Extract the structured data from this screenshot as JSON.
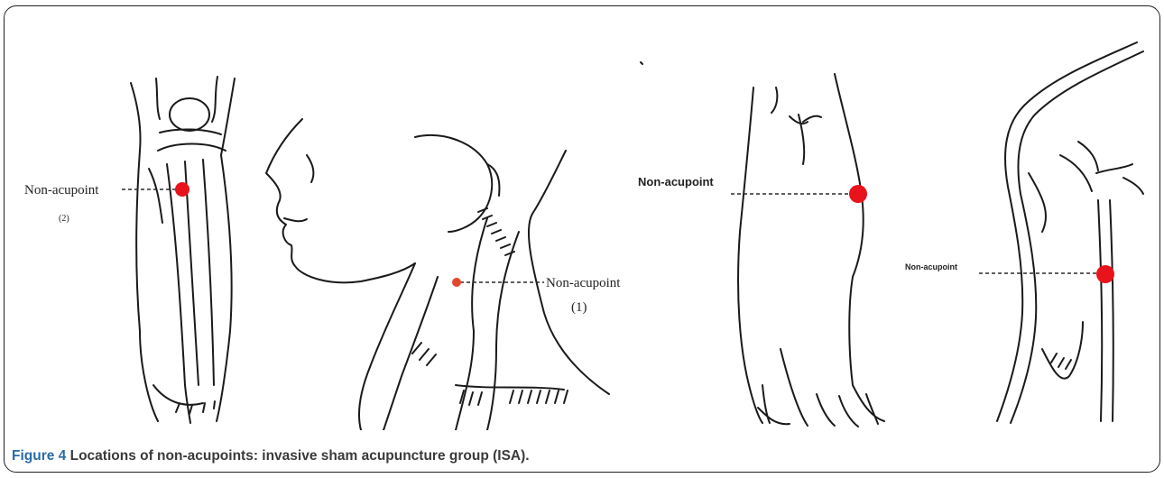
{
  "panels": {
    "leg": {
      "label": "Non-acupoint",
      "number": "(2)"
    },
    "neck": {
      "label": "Non-acupoint",
      "number": "(1)"
    },
    "forearm": {
      "label": "Non-acupoint"
    },
    "shoulder": {
      "label": "Non-acupoint"
    }
  },
  "caption": {
    "label": "Figure 4",
    "text": "Locations of non-acupoints: invasive sham acupuncture group (ISA)."
  },
  "colors": {
    "marker": "#e8131b",
    "marker_small": "#e04a2a",
    "caption_label": "#2a6aa6",
    "line": "#1a1a1a"
  }
}
